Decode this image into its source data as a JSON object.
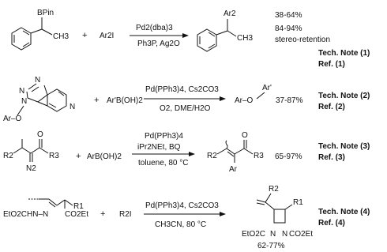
{
  "rows": [
    {
      "reactant_group": "BPin",
      "reactant_methyl": "CH3",
      "plus_1": "+",
      "reagent": "Ar2I",
      "conditions_above": "Pd2(dba)3",
      "conditions_below": "Ph3P, Ag2O",
      "product_aryl": "Ar2",
      "product_methyl": "CH3",
      "yield": "38-64%",
      "extra_1": "84-94%",
      "extra_2": "stereo-retention",
      "tech_note": "Tech. Note (1)",
      "ref": "Ref. (1)"
    },
    {
      "ring_atoms": [
        "N",
        "N",
        "N"
      ],
      "substituent": "Ar–O",
      "plus_1": "+",
      "reagent": "Ar'B(OH)2",
      "conditions_above": "Pd(PPh3)4, Cs2CO3",
      "conditions_below": "O2, DME/H2O",
      "product_left": "Ar–O",
      "product_right": "Ar'",
      "yield": "37-87%",
      "tech_note": "Tech. Note (2)",
      "ref": "Ref. (2)"
    },
    {
      "r2": "R2",
      "r3": "R3",
      "oxygen": "O",
      "diazo": "N2",
      "plus_1": "+",
      "reagent": "ArB(OH)2",
      "conditions_line1": "Pd(PPh3)4",
      "conditions_line2": "iPr2NEt, BQ",
      "conditions_below": "toluene, 80 °C",
      "product_r2": "R2",
      "product_r3": "R3",
      "product_o": "O",
      "product_ar": "Ar",
      "yield": "65-97%",
      "tech_note": "Tech. Note (3)",
      "ref": "Ref. (3)"
    },
    {
      "r1": "R1",
      "nitrogen_group": "EtO2CHN–N",
      "ester": "CO2Et",
      "plus_1": "+",
      "reagent": "R2I",
      "conditions_above": "Pd(PPh3)4, Cs2CO3",
      "conditions_below": "CH3CN, 80 °C",
      "product_r2": "R2",
      "product_r1": "R1",
      "product_left": "EtO2C",
      "product_n1": "N",
      "product_n2": "N",
      "product_right": "CO2Et",
      "yield": "62-77%",
      "tech_note": "Tech. Note (4)",
      "ref": "Ref. (4)"
    }
  ]
}
